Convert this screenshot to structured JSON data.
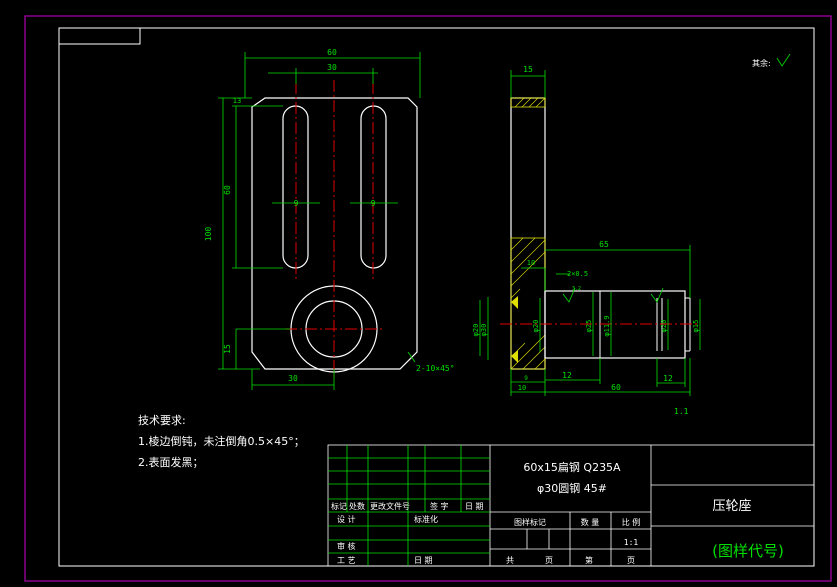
{
  "colors": {
    "background": "#000000",
    "outer_border": "#b000b0",
    "frame": "#ffffff",
    "part_outline": "#ffffff",
    "dimension": "#00e000",
    "center_line": "#e00000",
    "hatch": "#e0e000",
    "title_text": "#ffffff",
    "code_text": "#00e000"
  },
  "front_view_dims": {
    "overall_width": "60",
    "slot_spacing": "30",
    "top_chamfer": "13",
    "slot_length": "60",
    "overall_height": "100",
    "slot_width_left": "9",
    "slot_width_right": "9",
    "bottom_height": "15",
    "hole_offset": "30",
    "chamfer_note": "2-10×45°"
  },
  "side_view_dims": {
    "thickness": "15",
    "pin_length": "65",
    "chamfer": "2×0.5",
    "hatch_dim": "10",
    "dia_left_1": "φ20",
    "dia_left_2": "φ30",
    "dia_mid_1": "φ20",
    "dia_mid_2": "φ25",
    "dia_mid_3": "φ11.9",
    "dia_right_1": "φ20",
    "dia_right_2": "φ15",
    "len_12_left": "12",
    "len_12_right": "12",
    "len_10": "10",
    "len_60": "60",
    "len_9": "9",
    "scale_note": "1.1",
    "roughness": "3.2"
  },
  "surface_rest": "其余:",
  "tech_requirements": {
    "title": "技术要求:",
    "items": [
      "1.棱边倒钝，未注倒角0.5×45°；",
      "2.表面发黑；"
    ]
  },
  "title_block": {
    "material_line1": "60x15扁钢 Q235A",
    "material_line2": "φ30圆钢 45#",
    "part_name": "压轮座",
    "drawing_code": "(图样代号)",
    "rev_headers": [
      "标记",
      "处数",
      "更改文件号",
      "签 字",
      "日 期"
    ],
    "design": "设 计",
    "standardize": "标准化",
    "review": "审 核",
    "process": "工 艺",
    "date": "日 期",
    "mark_label": "图样标记",
    "quantity_label": "数 量",
    "scale_label": "比 例",
    "scale_value": "1:1",
    "total": "共",
    "page": "页",
    "sheet_no": "第",
    "page2": "页"
  }
}
